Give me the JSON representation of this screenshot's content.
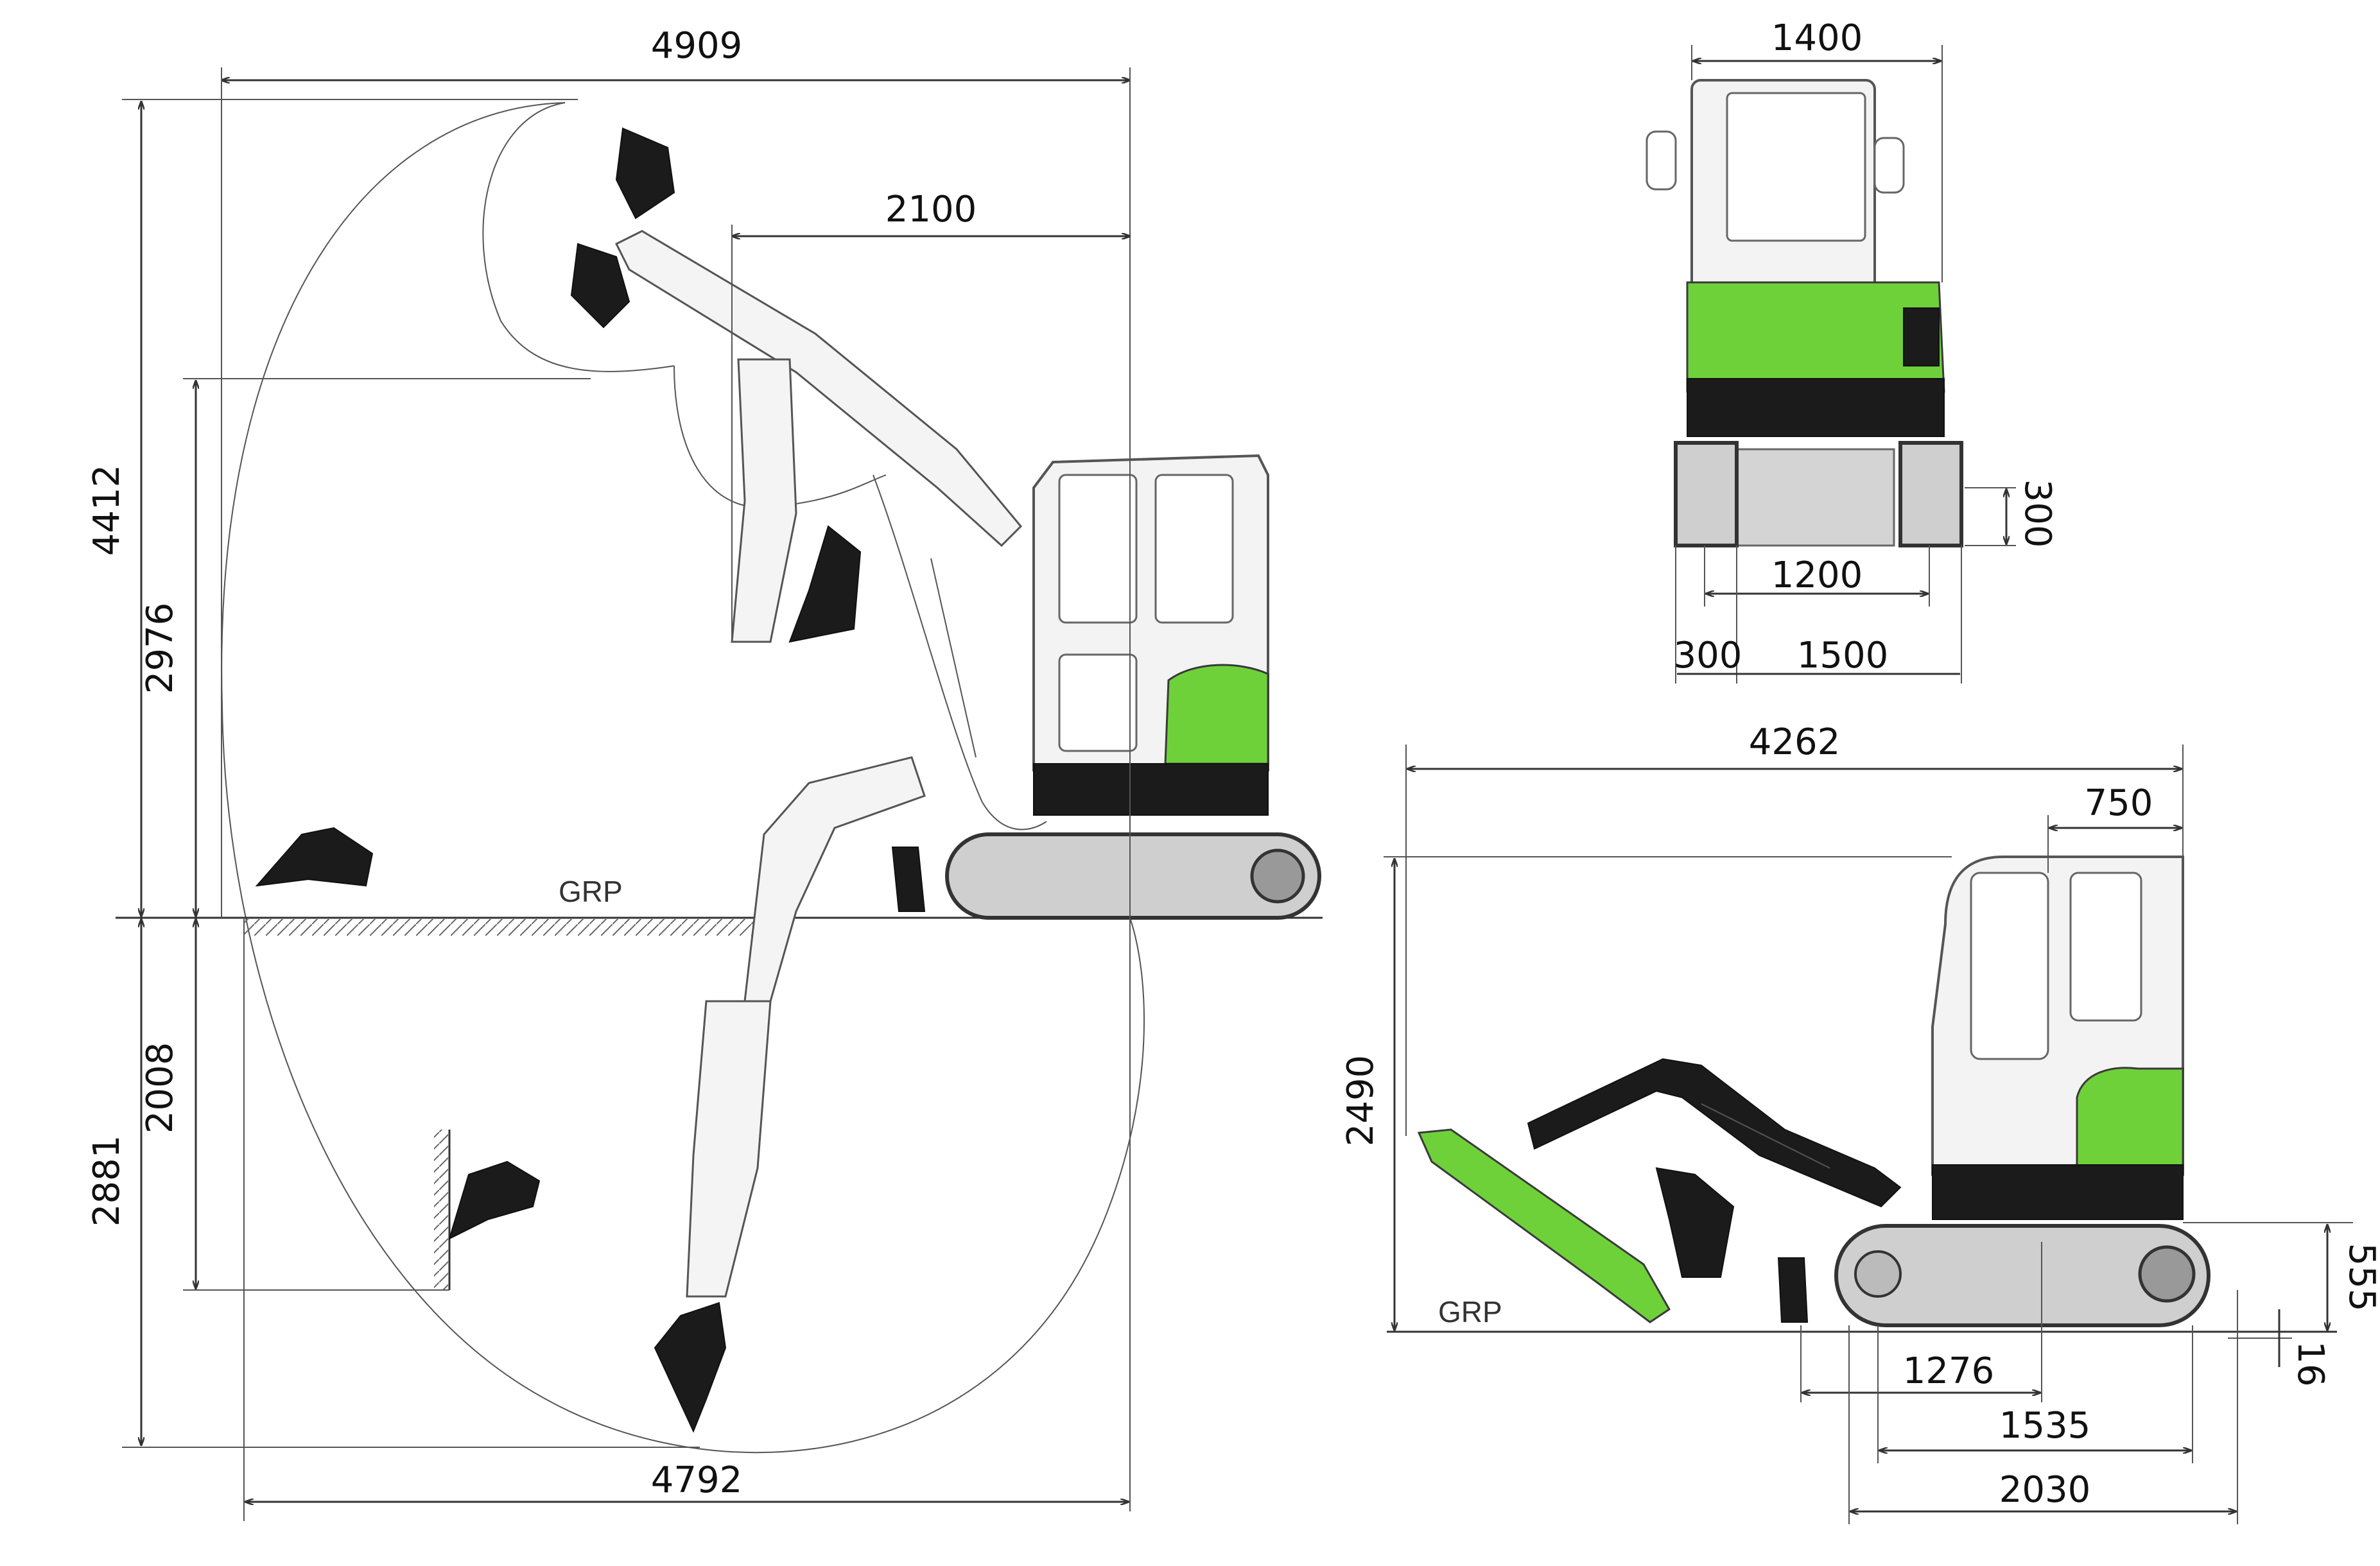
{
  "colors": {
    "body_green": "#6fd13a",
    "frame_black": "#1b1b1b",
    "cab_grey": "#d4d4d4",
    "line": "#333333"
  },
  "labels": {
    "ground_ref_left": "GRP",
    "ground_ref_right": "GRP"
  },
  "working_range": {
    "max_digging_reach": "4909",
    "boom_offset": "2100",
    "max_digging_height": "4412",
    "max_dump_height": "2976",
    "max_digging_depth": "2881",
    "max_vertical_wall_depth": "2008",
    "max_reach_ground": "4792"
  },
  "front_view": {
    "overall_width": "1400",
    "track_height": "300",
    "track_gauge": "1200",
    "track_shoe_width": "300",
    "undercarriage_width": "1500"
  },
  "side_view": {
    "overall_length": "4262",
    "cab_length": "750",
    "overall_height": "2490",
    "counterweight_clearance": "555",
    "ground_clearance": "16",
    "blade_to_sprocket": "1276",
    "tumbler_distance": "1535",
    "track_length": "2030"
  }
}
